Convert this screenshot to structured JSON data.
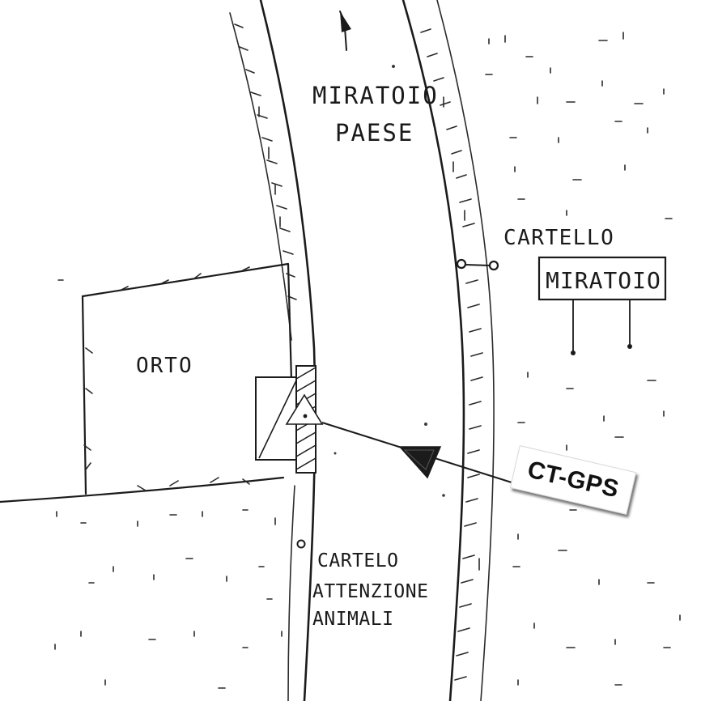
{
  "labels": {
    "road_name_line1": "MIRATOIO",
    "road_name_line2": "PAESE",
    "sign_caption": "CARTELLO",
    "sign_board": "MIRATOIO",
    "garden": "ORTO",
    "animal_sign_line1": "CARTELO",
    "animal_sign_line2": "ATTENZIONE",
    "animal_sign_line3": "ANIMALI",
    "station_tag": "CT-GPS"
  },
  "icons": {
    "north_arrow": "north-arrow-icon",
    "station_marker": "triangle-station-icon",
    "target_marker": "filled-triangle-icon"
  },
  "colors": {
    "ink": "#1b1b1b",
    "paper": "#ffffff"
  }
}
